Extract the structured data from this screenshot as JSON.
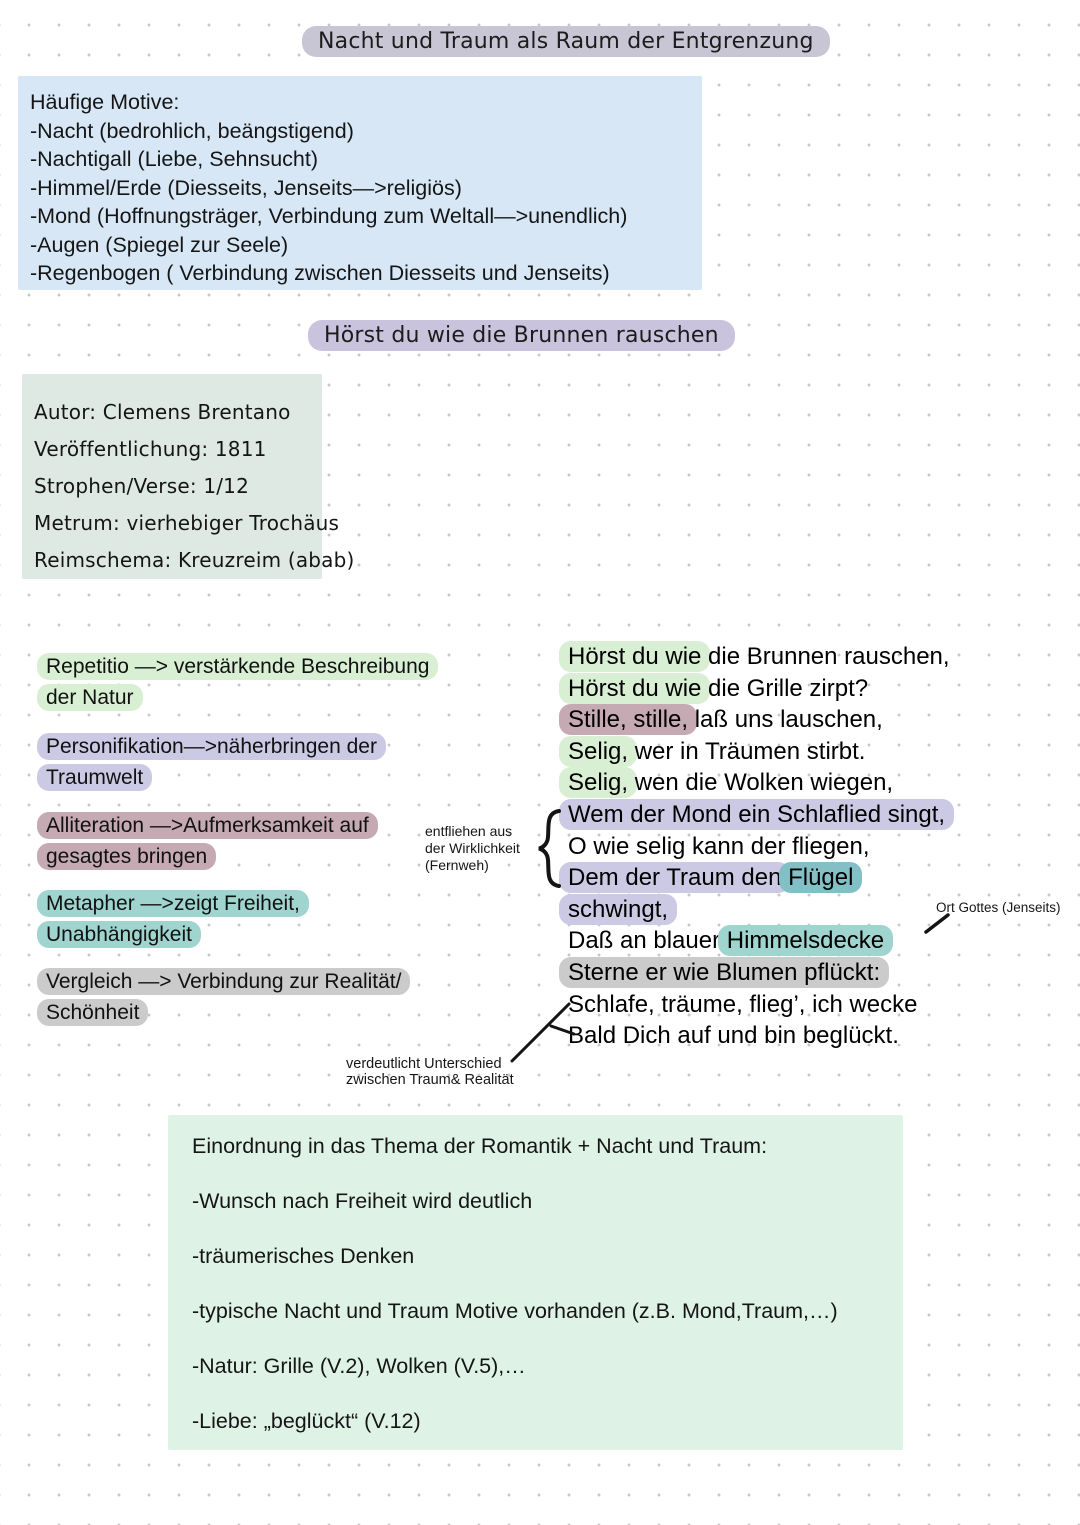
{
  "titles": {
    "main": "Nacht und Traum als Raum der Entgrenzung",
    "poem": "Hörst du wie die Brunnen rauschen"
  },
  "motifs_box": {
    "heading": "Häufige Motive:",
    "items": [
      "-Nacht (bedrohlich, beängstigend)",
      "-Nachtigall (Liebe, Sehnsucht)",
      "-Himmel/Erde (Diesseits, Jenseits—>religiös)",
      "-Mond (Hoffnungsträger, Verbindung zum Weltall—>unendlich)",
      "-Augen (Spiegel zur Seele)",
      "-Regenbogen ( Verbindung zwischen Diesseits und Jenseits)"
    ]
  },
  "poem_info_box": {
    "lines": [
      "Autor: Clemens Brentano",
      "Veröffentlichung: 1811",
      "Strophen/Verse: 1/12",
      "Metrum: vierhebiger Trochäus",
      "Reimschema: Kreuzreim (abab)"
    ]
  },
  "devices": [
    {
      "line1": "Repetitio —> verstärkende Beschreibung",
      "line2": "der Natur",
      "color": "green"
    },
    {
      "line1": "Personifikation—>näherbringen der",
      "line2": "Traumwelt",
      "color": "lavender"
    },
    {
      "line1": "Alliteration —>Aufmerksamkeit auf",
      "line2": "gesagtes bringen",
      "color": "mauve"
    },
    {
      "line1": "Metapher —>zeigt Freiheit,",
      "line2": "Unabhängigkeit",
      "color": "teal"
    },
    {
      "line1": "Vergleich —> Verbindung zur Realität/",
      "line2": "Schönheit",
      "color": "gray"
    }
  ],
  "poem": {
    "lines": [
      {
        "segments": [
          {
            "text": "Hörst du wie",
            "hl": "green"
          },
          {
            "text": " die Brunnen rauschen,",
            "hl": null
          }
        ]
      },
      {
        "segments": [
          {
            "text": "Hörst du wie",
            "hl": "green"
          },
          {
            "text": " die Grille zirpt?",
            "hl": null
          }
        ]
      },
      {
        "segments": [
          {
            "text": "Stille, stille,",
            "hl": "mauve"
          },
          {
            "text": " laß uns lauschen,",
            "hl": null
          }
        ]
      },
      {
        "segments": [
          {
            "text": "Selig,",
            "hl": "green"
          },
          {
            "text": " wer in Träumen stirbt.",
            "hl": null
          }
        ]
      },
      {
        "segments": [
          {
            "text": "Selig,",
            "hl": "green"
          },
          {
            "text": " wen die Wolken wiegen,",
            "hl": null
          }
        ]
      },
      {
        "segments": [
          {
            "text": "Wem der Mond ein Schlaflied singt,",
            "hl": "lavender"
          }
        ]
      },
      {
        "segments": [
          {
            "text": "O wie selig kann der fliegen,",
            "hl": null
          }
        ]
      },
      {
        "segments": [
          {
            "text": "Dem der Traum den",
            "hl": "lavender"
          },
          {
            "text": "Flügel",
            "hl": "tealdark"
          }
        ]
      },
      {
        "segments": [
          {
            "text": "schwingt,",
            "hl": "lavender"
          }
        ]
      },
      {
        "segments": [
          {
            "text": "Daß an blauer ",
            "hl": null
          },
          {
            "text": "Himmelsdecke",
            "hl": "teal"
          }
        ]
      },
      {
        "segments": [
          {
            "text": "Sterne er wie Blumen pflückt:",
            "hl": "gray"
          }
        ]
      },
      {
        "segments": [
          {
            "text": "Schlafe, träume, flieg’, ich wecke",
            "hl": null
          }
        ]
      },
      {
        "segments": [
          {
            "text": "Bald Dich auf und bin beglückt.",
            "hl": null
          }
        ]
      }
    ]
  },
  "annotations": {
    "escape_lines": [
      "entfliehen aus",
      "der Wirklichkeit",
      "(Fernweh)"
    ],
    "gods_place": "Ort Gottes (Jenseits)",
    "difference_lines": [
      "verdeutlicht Unterschied",
      "zwischen Traum& Realität"
    ]
  },
  "classification_box": {
    "heading": "Einordnung in das Thema der Romantik + Nacht und Traum:",
    "items": [
      "-Wunsch nach Freiheit wird deutlich",
      "-träumerisches Denken",
      "-typische Nacht und Traum Motive vorhanden (z.B. Mond,Traum,…)",
      "-Natur: Grille (V.2), Wolken (V.5),…",
      "-Liebe: „beglückt“ (V.12)"
    ]
  },
  "highlight_colors": {
    "green": "#d8efd4",
    "lavender": "#cbc9e3",
    "mauve": "#c6aab3",
    "teal": "#a0d4ce",
    "tealdark": "#82c0c6",
    "gray": "#cbcbcb",
    "title_main": "#c8c6d4",
    "title_poem": "#c9c3dd",
    "box_blue": "#d7e7f5",
    "box_sage": "#dee9e4",
    "box_mint": "#def2e6",
    "ink": "#141414"
  },
  "device_tops": [
    651,
    731,
    810,
    888,
    966
  ]
}
